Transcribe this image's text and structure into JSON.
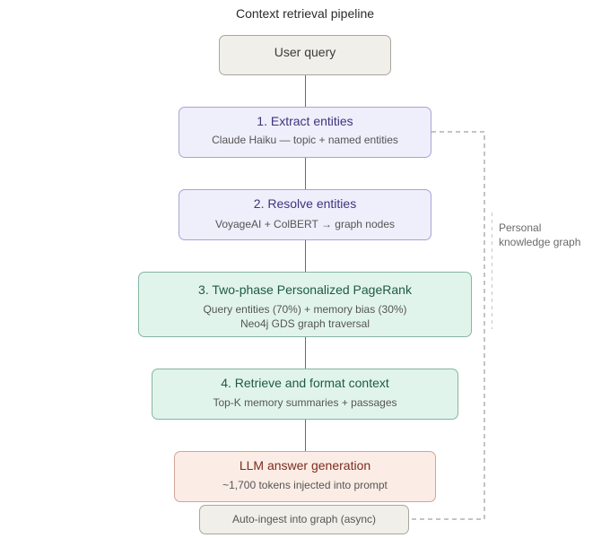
{
  "title": "Context retrieval pipeline",
  "nodes": {
    "user_query": {
      "label": "User query"
    },
    "extract": {
      "label": "1. Extract entities",
      "detail": "Claude Haiku — topic + named entities"
    },
    "resolve": {
      "label": "2. Resolve entities",
      "detail": "VoyageAI + ColBERT → graph nodes"
    },
    "pagerank": {
      "label": "3. Two-phase Personalized PageRank",
      "detail_1": "Query entities (70%) + memory bias (30%)",
      "detail_2": "Neo4j GDS graph traversal"
    },
    "retrieve": {
      "label": "4. Retrieve and format context",
      "detail": "Top-K memory summaries + passages"
    },
    "llm": {
      "label": "LLM answer generation",
      "detail": "~1,700 tokens injected into prompt"
    },
    "ingest": {
      "label": "Auto-ingest into graph (async)"
    }
  },
  "side_label": {
    "line_1": "Personal",
    "line_2": "knowledge graph"
  },
  "colors": {
    "neutral": "#f1efe9",
    "purple": "#efeefb",
    "green": "#e1f4ec",
    "red": "#fbece6"
  }
}
